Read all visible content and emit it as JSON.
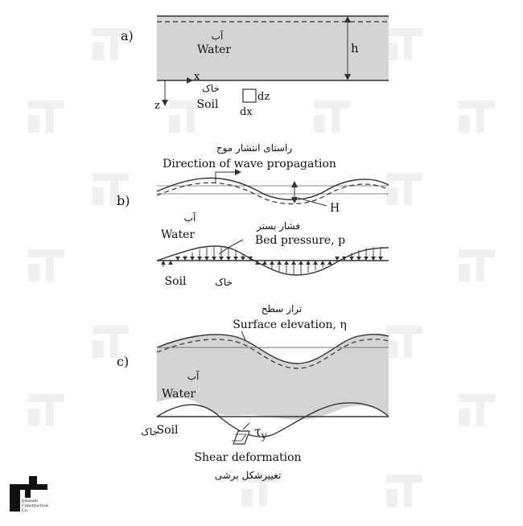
{
  "panel_a": {
    "label": "a)",
    "water_fa": "آب",
    "water_en": "Water",
    "soil_fa": "خاک",
    "soil_en": "Soil",
    "depth_label": "h",
    "axis_x": "x",
    "axis_z": "z",
    "element_dz": "dz",
    "element_dx": "dx"
  },
  "panel_b": {
    "label": "b)",
    "direction_fa": "راستای انتشار موج",
    "direction_en": "Direction of wave propagation",
    "wave_height": "H",
    "water_fa": "آب",
    "water_en": "Water",
    "pressure_fa": "فشار بستر",
    "pressure_en": "Bed pressure, p",
    "soil_en": "Soil",
    "soil_fa": "خاک"
  },
  "panel_c": {
    "label": "c)",
    "surface_fa": "تراز سطح",
    "surface_en": "Surface elevation, η",
    "water_fa": "آب",
    "water_en": "Water",
    "soil_en": "Soil",
    "soil_fa": "خاک",
    "shear_symbol": "τ",
    "shear_sub": "y",
    "shear_en": "Shear deformation",
    "shear_fa": "تغییرشکل برشی"
  },
  "logo": {
    "line1": "Jonaseh",
    "line2": "Construction",
    "line3": "Co."
  },
  "colors": {
    "water_fill": "#d4d4d4",
    "line": "#333333",
    "watermark": "#f0f0f0"
  }
}
